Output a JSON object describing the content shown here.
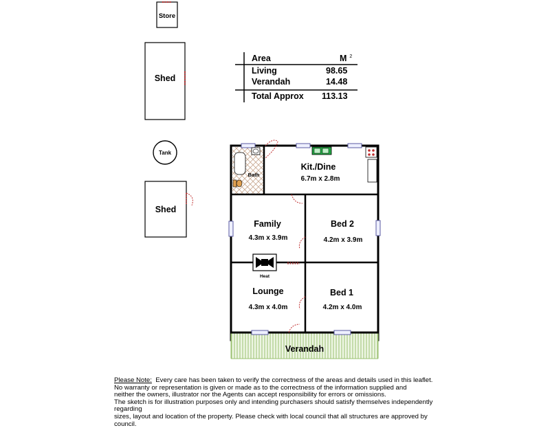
{
  "outbuildings": {
    "store": "Store",
    "shed_top": "Shed",
    "tank": "Tank",
    "shed_bottom": "Shed"
  },
  "area_table": {
    "header_label": "Area",
    "header_unit": "M",
    "header_unit_sup": "2",
    "rows": [
      {
        "label": "Living",
        "value": "98.65"
      },
      {
        "label": "Verandah",
        "value": "14.48"
      }
    ],
    "total_label": "Total Approx",
    "total_value": "113.13"
  },
  "rooms": {
    "kitchen": {
      "name": "Kit./Dine",
      "size": "6.7m x 2.8m"
    },
    "bath": {
      "name": "Bath"
    },
    "family": {
      "name": "Family",
      "size": "4.3m x 3.9m"
    },
    "bed2": {
      "name": "Bed 2",
      "size": "4.2m x 3.9m"
    },
    "heater": {
      "name": "Heat"
    },
    "lounge": {
      "name": "Lounge",
      "size": "4.3m x 4.0m"
    },
    "bed1": {
      "name": "Bed 1",
      "size": "4.2m x 4.0m"
    },
    "verandah": {
      "name": "Verandah"
    }
  },
  "disclaimer": {
    "heading": "Please Note:",
    "line1": "Every care has been taken to verify the correctness of the areas and details used in this leaflet.",
    "line2": "No warranty or representation is given or made as to the correctness of the information supplied and",
    "line3": "neither the owners, illustrator nor the Agents can accept responsibility for errors or omissions.",
    "line4": "The sketch is for illustration purposes only and intending purchasers should satisfy themselves independently regarding",
    "line5": "sizes, layout and location of the property. Please check with local council that all structures are approved by council."
  },
  "colors": {
    "wall": "#000000",
    "window": "#5a5aa0",
    "door": "#c03030",
    "verandah": "#9ac070",
    "sink": "#22aa44",
    "tile": "#c8a890"
  }
}
